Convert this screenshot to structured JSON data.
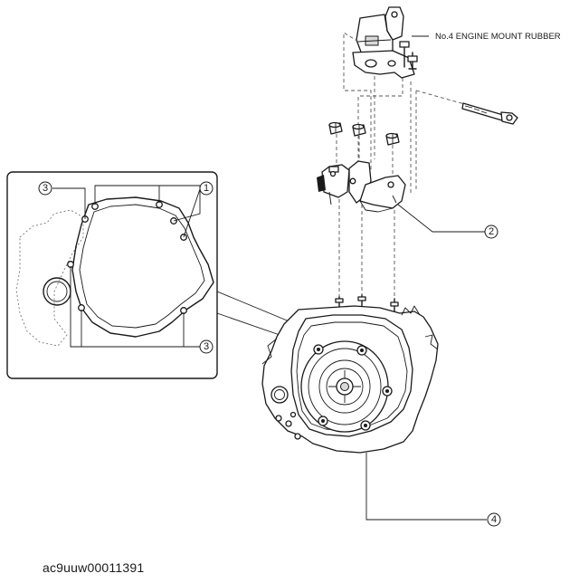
{
  "diagram": {
    "part_label": "No.4 ENGINE MOUNT RUBBER",
    "figure_id": "ac9uuw00011391",
    "callouts": [
      {
        "number": "1"
      },
      {
        "number": "2"
      },
      {
        "number": "3"
      },
      {
        "number": "3"
      },
      {
        "number": "4"
      }
    ]
  }
}
